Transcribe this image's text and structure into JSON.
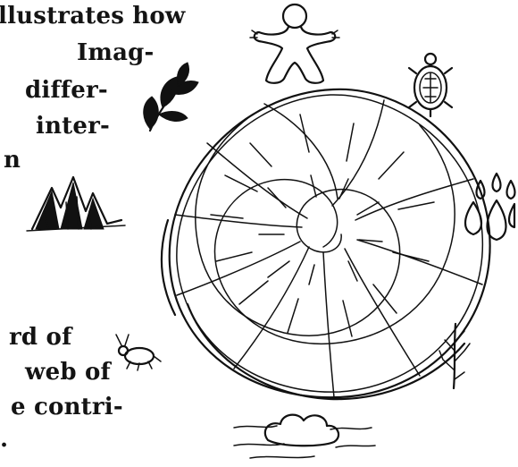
{
  "text_fragments": [
    "llustrates how",
    "Imag-",
    "differ-",
    "inter-",
    "n",
    "rd of",
    "web of",
    "e contri-",
    "."
  ],
  "icons": {
    "central": "web-globe-icon",
    "top": "human-figure-icon",
    "top_left": "leaf-plant-icon",
    "top_right": "turtle-icon",
    "right": "water-drops-icon",
    "left": "mountains-icon",
    "bottom_left": "insect-icon",
    "bottom_right": "bare-tree-icon",
    "bottom": "cloud-icon"
  },
  "colors": {
    "ink": "#111111",
    "background": "#ffffff"
  }
}
